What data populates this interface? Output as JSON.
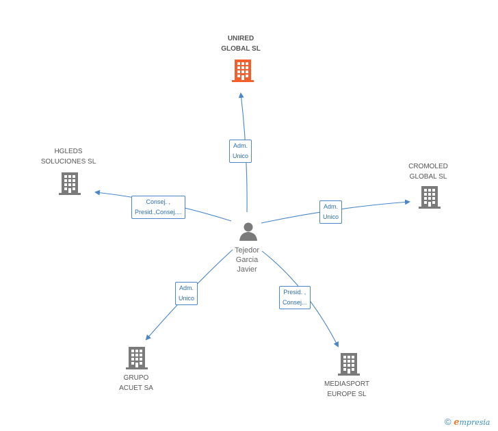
{
  "center": {
    "name_lines": [
      "Tejedor",
      "Garcia",
      "Javier"
    ],
    "icon": "person-icon"
  },
  "companies": [
    {
      "id": "unired",
      "lines": [
        "UNIRED",
        "GLOBAL SL"
      ],
      "color": "#f4602c",
      "icon": "building-icon",
      "highlight": true
    },
    {
      "id": "hgleds",
      "lines": [
        "HGLEDS",
        "SOLUCIONES SL"
      ],
      "color": "#7a7a7a",
      "icon": "building-icon"
    },
    {
      "id": "cromoled",
      "lines": [
        "CROMOLED",
        "GLOBAL SL"
      ],
      "color": "#7a7a7a",
      "icon": "building-icon"
    },
    {
      "id": "acuet",
      "lines": [
        "GRUPO",
        "ACUET SA"
      ],
      "color": "#7a7a7a",
      "icon": "building-icon"
    },
    {
      "id": "mediasport",
      "lines": [
        "MEDIASPORT",
        "EUROPE SL"
      ],
      "color": "#7a7a7a",
      "icon": "building-icon"
    }
  ],
  "relations": [
    {
      "to": "unired",
      "lines": [
        "Adm.",
        "Unico"
      ]
    },
    {
      "to": "hgleds",
      "lines": [
        "Consej. ,",
        "Presid.,Consej...."
      ]
    },
    {
      "to": "cromoled",
      "lines": [
        "Adm.",
        "Unico"
      ]
    },
    {
      "to": "acuet",
      "lines": [
        "Adm.",
        "Unico"
      ]
    },
    {
      "to": "mediasport",
      "lines": [
        "Presid. ,",
        "Consej..."
      ]
    }
  ],
  "footer": {
    "copyright": "©",
    "brand_initial": "e",
    "brand_rest": "mpresia"
  },
  "colors": {
    "edge": "#4a86c8",
    "building": "#7a7a7a",
    "highlight": "#f4602c"
  }
}
